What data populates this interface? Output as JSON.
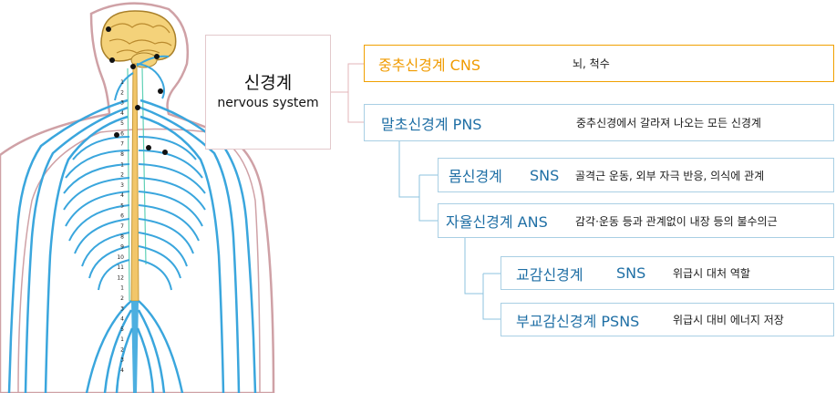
{
  "root": {
    "title_ko": "신경계",
    "title_en": "nervous system"
  },
  "nodes": {
    "cns": {
      "title": "중추신경계 CNS",
      "desc": "뇌, 척수"
    },
    "pns": {
      "title": "말초신경계 PNS",
      "desc": "중추신경에서 갈라져 나오는 모든 신경계"
    },
    "somatic": {
      "title": "몸신경계",
      "abbr": "SNS",
      "desc": "골격근 운동, 외부 자극 반응, 의식에 관계"
    },
    "autonomic": {
      "title": "자율신경계 ANS",
      "desc": "감각·운동 등과 관계없이 내장 등의 불수의근"
    },
    "sympathetic": {
      "title": "교감신경계",
      "abbr": "SNS",
      "desc": "위급시 대처 역할"
    },
    "parasympathetic": {
      "title": "부교감신경계 PSNS",
      "desc": "위급시 대비 에너지 저장"
    }
  },
  "illustration": {
    "name": "human-nervous-system-figure",
    "colors": {
      "skin": "#cfa1a6",
      "nerve": "#3aa6dd",
      "spine": "#f2c66a",
      "brain": "#f4d27a",
      "sympathetic_chain": "#5fd1b6"
    },
    "vertebra_labels": [
      "1",
      "2",
      "3",
      "4",
      "5",
      "6",
      "7",
      "8",
      "1",
      "2",
      "3",
      "4",
      "5",
      "6",
      "7",
      "8",
      "9",
      "10",
      "11",
      "12",
      "1",
      "2",
      "3",
      "4",
      "5",
      "1",
      "2",
      "3",
      "4"
    ]
  },
  "colors": {
    "accent": "#f09b00",
    "box_border": "#a9cfe4",
    "title_blue": "#1f6fa5",
    "root_border": "#e3c9cc"
  }
}
